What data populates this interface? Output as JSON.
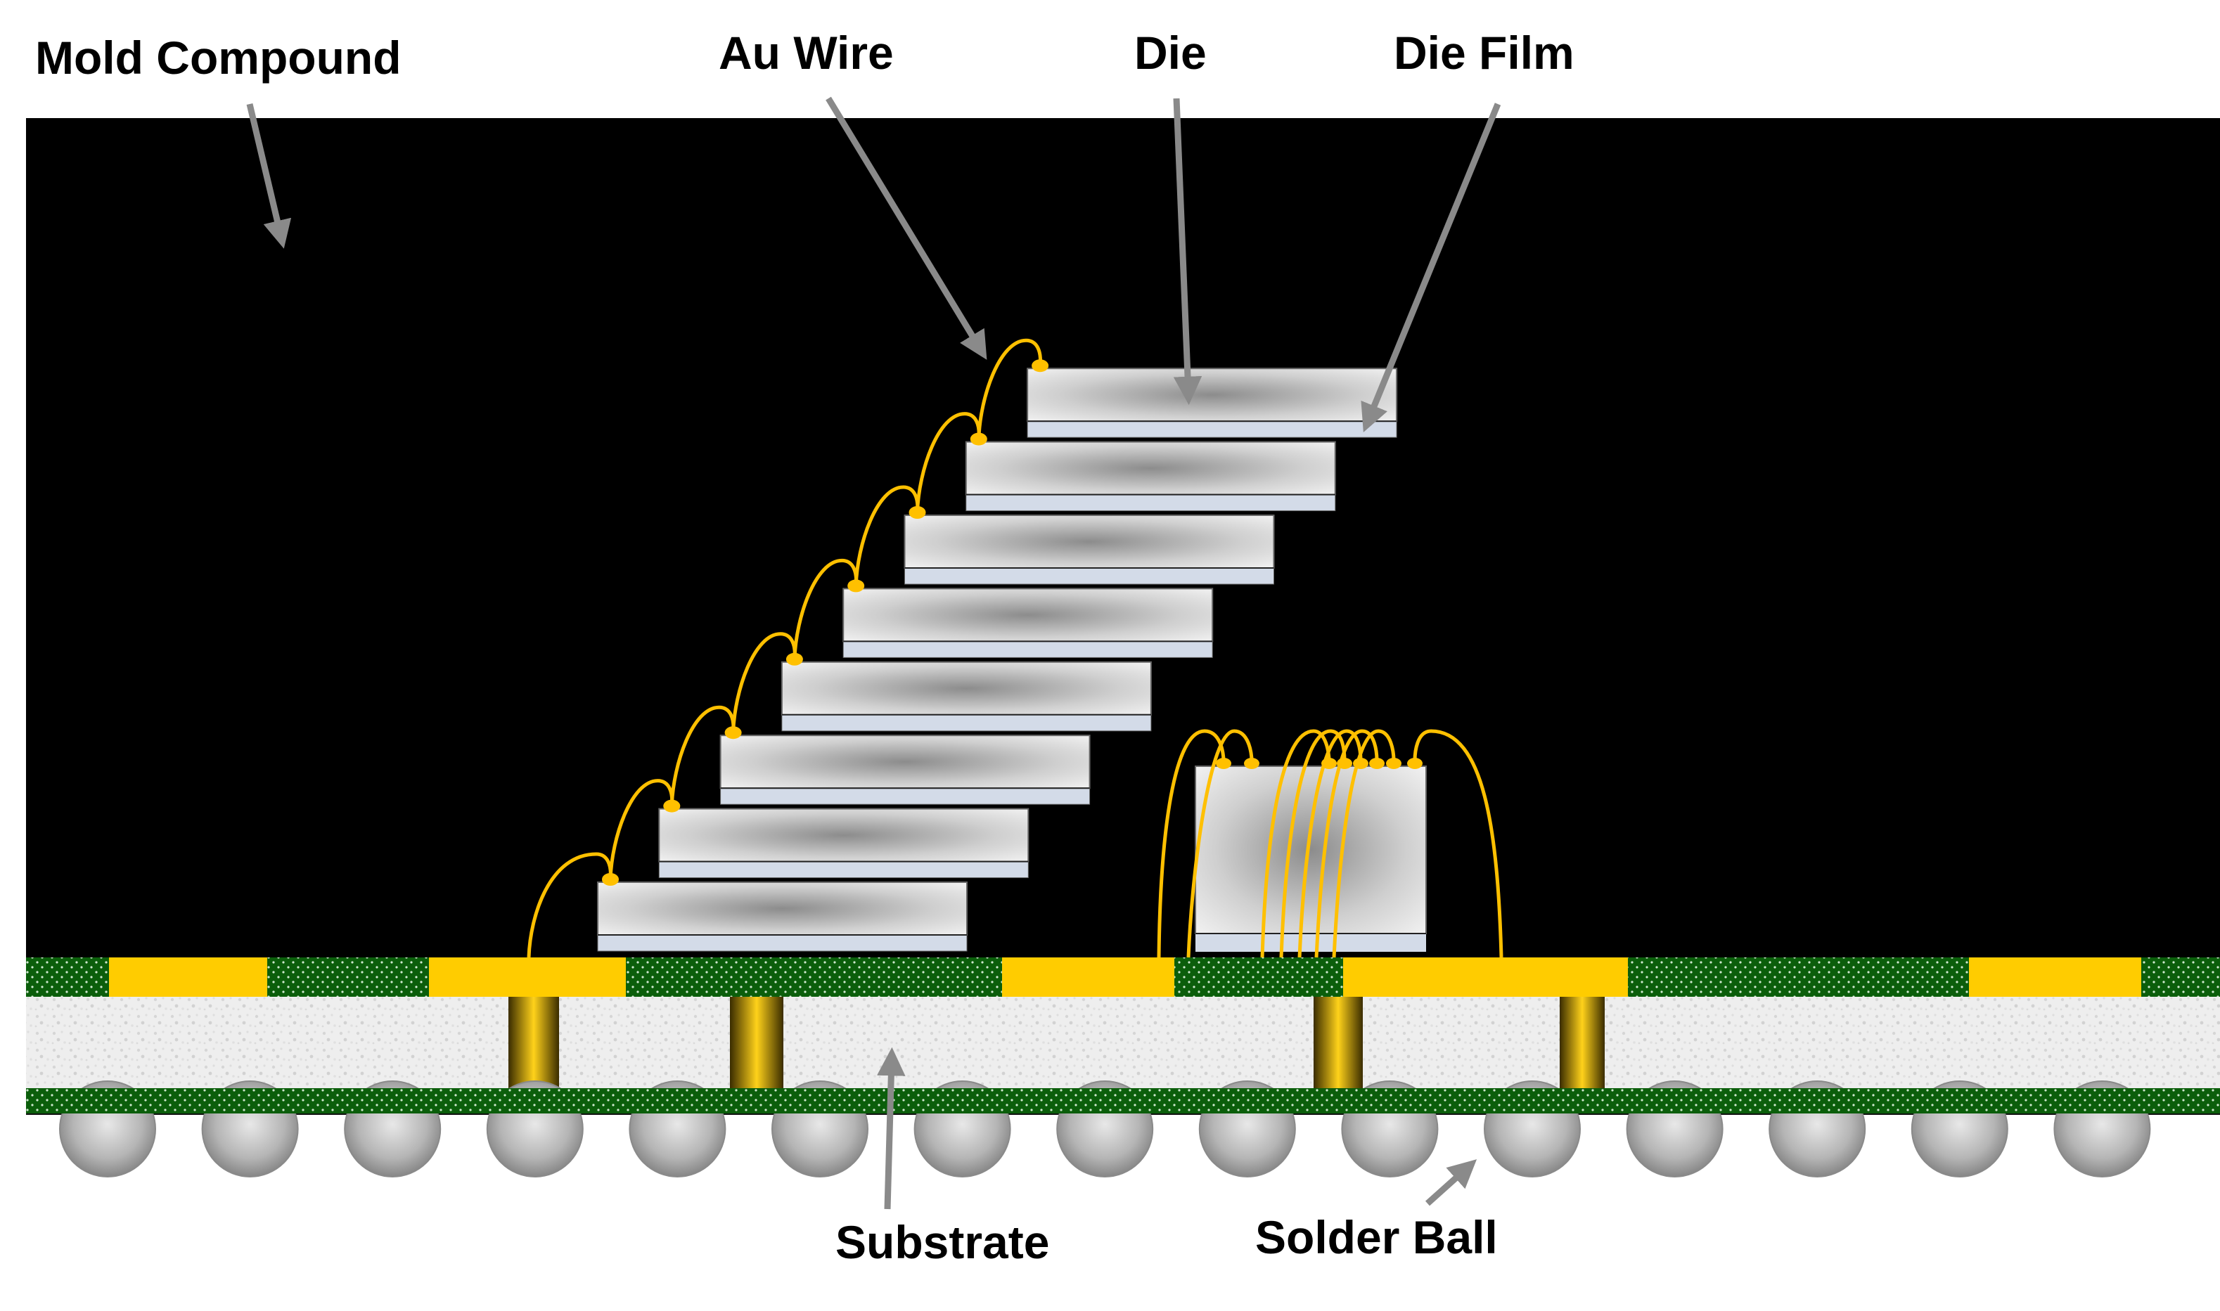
{
  "labels": {
    "mold_compound": "Mold Compound",
    "au_wire": "Au Wire",
    "die": "Die",
    "die_film": "Die Film",
    "substrate": "Substrate",
    "solder_ball": "Solder Ball"
  },
  "colors": {
    "mold": "#000000",
    "solder_mask": "#0b5e0b",
    "copper_pad": "#ffcc00",
    "gold_wire": "#ffc000",
    "substrate_core": "#eeeeee",
    "die_film": "#d3dbe8",
    "arrow": "#8a8a8a",
    "solder_ball": "#a9a9a9"
  },
  "stacked_die_count": 8,
  "solder_ball_count": 15
}
